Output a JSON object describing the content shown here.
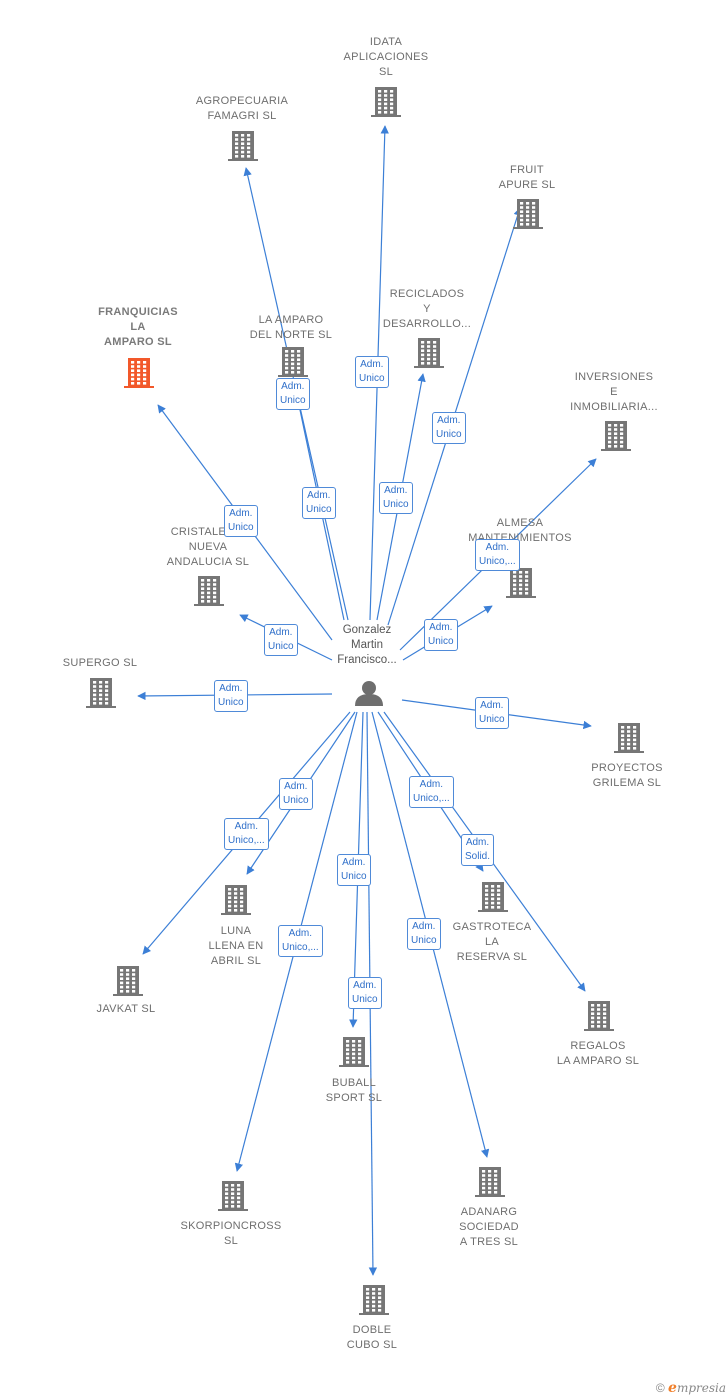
{
  "center": {
    "name": "Gonzalez\nMartin\nFrancisco..."
  },
  "companies": [
    {
      "id": "idata",
      "label": "IDATA\nAPLICACIONES\nSL",
      "role": "Adm.\nUnico"
    },
    {
      "id": "agropecuaria",
      "label": "AGROPECUARIA\nFAMAGRI  SL",
      "role": "Adm.\nUnico"
    },
    {
      "id": "fruit",
      "label": "FRUIT\nAPURE SL",
      "role": "Adm.\nUnico"
    },
    {
      "id": "reciclados",
      "label": "RECICLADOS\nY\nDESARROLLO...",
      "role": "Adm.\nUnico"
    },
    {
      "id": "laamparo-norte",
      "label": "LA AMPARO\nDEL NORTE  SL",
      "role": "Adm.\nUnico"
    },
    {
      "id": "franquicias",
      "label": "FRANQUICIAS\nLA\nAMPARO  SL",
      "role": "Adm.\nUnico",
      "highlight": true
    },
    {
      "id": "inversiones",
      "label": "INVERSIONES\nE\nINMOBILIARIA...",
      "role": "Adm.\nUnico,..."
    },
    {
      "id": "almesa",
      "label": "ALMESA\nMANTENIMIENTOS",
      "role": "Adm.\nUnico"
    },
    {
      "id": "cristaleria",
      "label": "CRISTALERIA\nNUEVA\nANDALUCIA  SL",
      "role": "Adm.\nUnico"
    },
    {
      "id": "supergo",
      "label": "SUPERGO  SL",
      "role": "Adm.\nUnico"
    },
    {
      "id": "proyectos",
      "label": "PROYECTOS\nGRILEMA  SL",
      "role": "Adm.\nUnico"
    },
    {
      "id": "luna",
      "label": "LUNA\nLLENA EN\nABRIL  SL",
      "role": "Adm.\nUnico"
    },
    {
      "id": "javkat",
      "label": "JAVKAT SL",
      "role": "Adm.\nUnico,..."
    },
    {
      "id": "gastroteca",
      "label": "GASTROTECA\nLA\nRESERVA  SL",
      "role": "Adm.\nUnico,..."
    },
    {
      "id": "regalos",
      "label": "REGALOS\nLA AMPARO  SL",
      "role": "Adm.\nSolid."
    },
    {
      "id": "buball",
      "label": "BUBALL\nSPORT  SL",
      "role": "Adm.\nUnico"
    },
    {
      "id": "skorpion",
      "label": "SKORPIONCROSS\nSL",
      "role": "Adm.\nUnico,..."
    },
    {
      "id": "adanarg",
      "label": "ADANARG\nSOCIEDAD\nA TRES SL",
      "role": "Adm.\nUnico"
    },
    {
      "id": "doble",
      "label": "DOBLE\nCUBO  SL",
      "role": "Adm.\nUnico"
    }
  ],
  "footer": {
    "copyright": "©",
    "brand_initial": "e",
    "brand_rest": "mpresia"
  },
  "colors": {
    "edge": "#3c7fd6",
    "building": "#767676",
    "highlight": "#f2582a",
    "label": "#6e6e6e"
  }
}
